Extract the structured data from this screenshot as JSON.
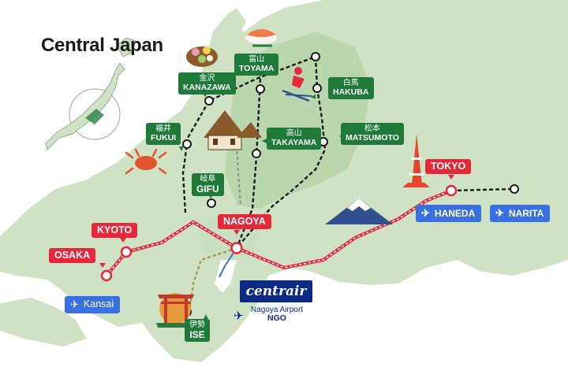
{
  "title": "Central Japan",
  "cities": {
    "toyama": {
      "jp": "富山",
      "en": "TOYAMA"
    },
    "kanazawa": {
      "jp": "金沢",
      "en": "KANAZAWA"
    },
    "hakuba": {
      "jp": "白馬",
      "en": "HAKUBA"
    },
    "fukui": {
      "jp": "福井",
      "en": "FUKUI"
    },
    "takayama": {
      "jp": "高山",
      "en": "TAKAYAMA"
    },
    "matsumoto": {
      "jp": "松本",
      "en": "MATSUMOTO"
    },
    "gifu": {
      "jp": "岐阜",
      "en": "GIFU"
    },
    "ise": {
      "jp": "伊勢",
      "en": "ISE"
    }
  },
  "major": {
    "tokyo": "TOKYO",
    "kyoto": "KYOTO",
    "nagoya": "NAGOYA",
    "osaka": "OSAKA"
  },
  "airports": {
    "haneda": "HANEDA",
    "narita": "NARITA",
    "kansai": "Kansai",
    "centrair": "centrair",
    "ngo_line1": "Nagoya Airport",
    "ngo_line2": "NGO"
  },
  "colors": {
    "land": "#cfe3c4",
    "land_dark": "#b9d6ad",
    "sea": "#ffffff",
    "shinkansen": "#e5293b",
    "local_rail": "#1a1a1a",
    "city_label": "#1f7a3a",
    "major_label": "#e5293b",
    "airport_label": "#3a6fe0",
    "centrair": "#0b2a84"
  },
  "icons": [
    "airplane-icon",
    "torii-gate-icon",
    "mount-fuji-icon",
    "tokyo-tower-icon",
    "crab-icon",
    "gassho-house-icon",
    "skier-icon",
    "sushi-icon",
    "wagashi-icon",
    "japan-inset-map"
  ]
}
